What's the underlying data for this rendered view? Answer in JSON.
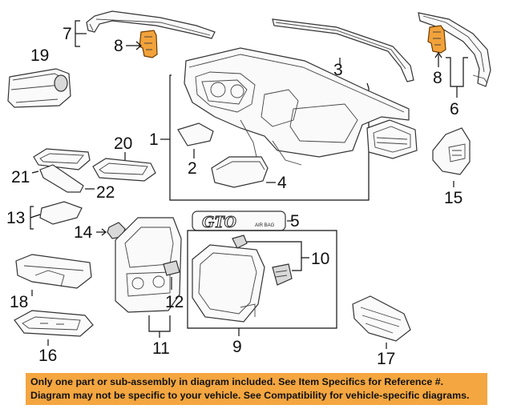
{
  "callouts": {
    "c1": "1",
    "c2": "2",
    "c3": "3",
    "c4": "4",
    "c5": "5",
    "c6": "6",
    "c7": "7",
    "c8a": "8",
    "c8b": "8",
    "c9": "9",
    "c10": "10",
    "c11": "11",
    "c12": "12",
    "c13": "13",
    "c14": "14",
    "c15": "15",
    "c16": "16",
    "c17": "17",
    "c18": "18",
    "c19": "19",
    "c20": "20",
    "c21": "21",
    "c22": "22"
  },
  "emblem": {
    "text": "GTO",
    "small_text": "AIR BAG"
  },
  "notice": {
    "line1": "Only one part or sub-assembly in diagram included. See Item Specifics for Reference #.",
    "line2": "Diagram may not be specific to your vehicle. See Compatibility for vehicle-specific diagrams."
  },
  "colors": {
    "highlight": "#f2a23a",
    "notice_bg": "#f4a640"
  }
}
